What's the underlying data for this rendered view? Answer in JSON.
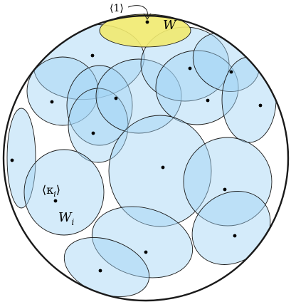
{
  "labels": {
    "one": "⟨1⟩",
    "W": "W",
    "kappa_main": "⟨κ",
    "kappa_sub": "i",
    "kappa_close": "⟩",
    "Wi_main": "W",
    "Wi_sub": "i"
  },
  "colors": {
    "background": "#ffffff",
    "blob_fill": "#9fd3f4",
    "highlight_fill": "#f1ea6f",
    "outline": "#1a1a1a",
    "point": "#000000"
  }
}
